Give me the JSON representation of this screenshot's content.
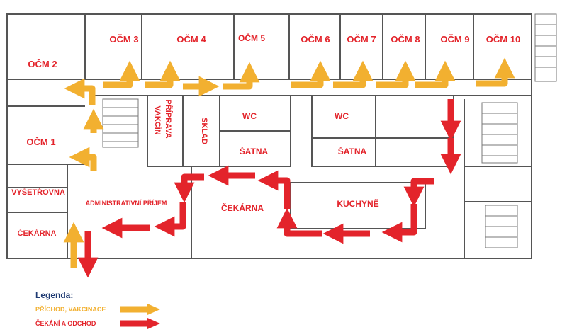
{
  "rooms": {
    "ocm2": "OČM 2",
    "ocm3": "OČM 3",
    "ocm4": "OČM 4",
    "ocm5": "OČM 5",
    "ocm6": "OČM 6",
    "ocm7": "OČM 7",
    "ocm8": "OČM 8",
    "ocm9": "OČM 9",
    "ocm10": "OČM 10",
    "ocm1": "OČM 1",
    "priprava_1": "PŘÍPRAVA",
    "priprava_2": "VAKCÍN",
    "sklad": "SKLAD",
    "wc_left": "WC",
    "wc_right": "WC",
    "satna_left": "ŠATNA",
    "satna_right": "ŠATNA",
    "vysetrovna": "VYŠETŘOVNA",
    "admin": "ADMINISTRATIVNÍ PŘÍJEM",
    "cekarna_left": "ČEKÁRNA",
    "cekarna_center": "ČEKÁRNA",
    "kuchyne": "KUCHYNĚ"
  },
  "legend": {
    "title": "Legenda:",
    "arrival": "PŘÍCHOD, VAKCINACE",
    "waiting": "ČEKÁNÍ A ODCHOD"
  },
  "colors": {
    "arrival": "#f2b030",
    "waiting": "#e3242b",
    "wall": "#555555"
  }
}
